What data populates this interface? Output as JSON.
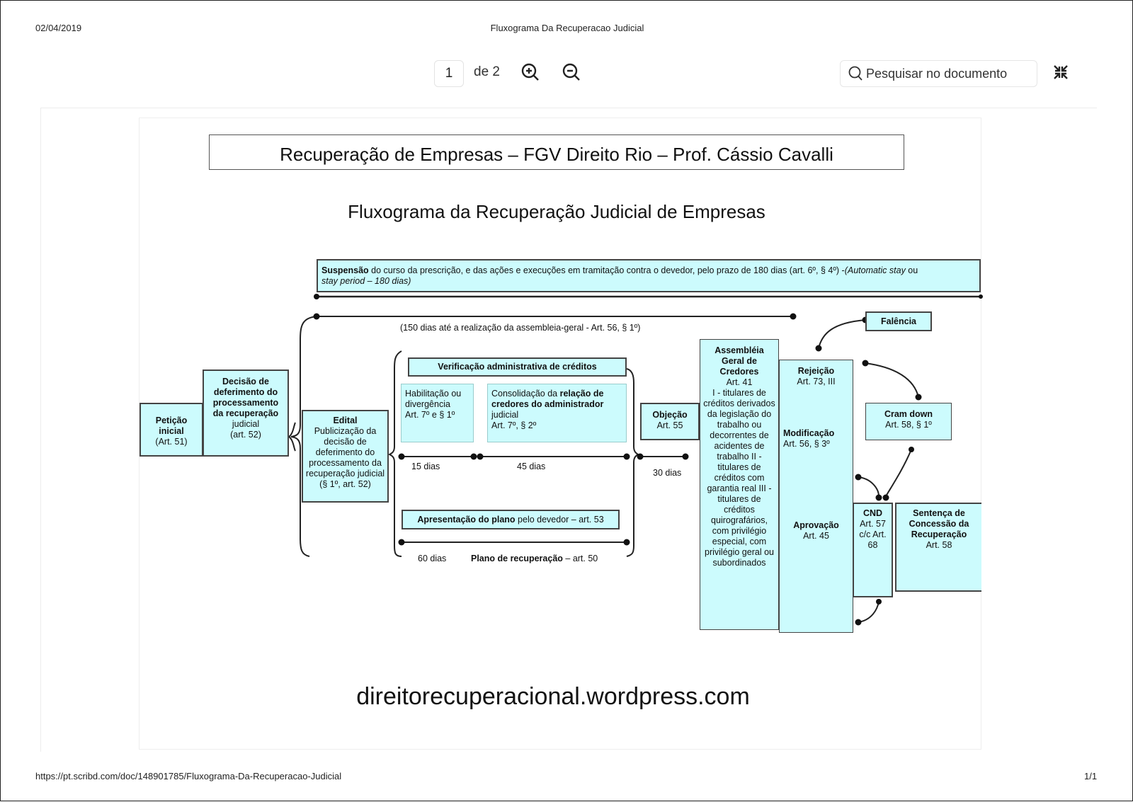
{
  "header": {
    "date": "02/04/2019",
    "title": "Fluxograma Da Recuperacao Judicial"
  },
  "toolbar": {
    "page_current": "1",
    "page_total_label": "de 2",
    "zoom_in": "zoom-in-icon",
    "zoom_out": "zoom-out-icon",
    "search_placeholder": "Pesquisar no documento",
    "collapse": "collapse-icon"
  },
  "doc": {
    "banner": "Recuperação de Empresas – FGV Direito Rio – Prof. Cássio Cavalli",
    "subtitle": "Fluxograma da Recuperação Judicial de Empresas",
    "suspensao": {
      "bold": "Suspensão",
      "text": " do curso da prescrição, e das ações e execuções em tramitação contra o devedor, pelo prazo de  180 dias (art. 6º, § 4º) -",
      "italic1": "(Automatic stay",
      "mid": " ou ",
      "italic2": "stay period – 180 dias)"
    },
    "dias150": "(150 dias até a realização da assembleia-geral - Art. 56, § 1º)",
    "peticao": {
      "title": "Petição inicial",
      "ref": "(Art. 51)"
    },
    "decisao": {
      "title": "Decisão de deferimento do processamento da recuperação",
      "rest": "judicial",
      "ref": "(art. 52)"
    },
    "edital": {
      "title": "Edital",
      "text": "Publicização da decisão de deferimento do processamento da recuperação judicial",
      "ref": "(§ 1º, art. 52)"
    },
    "verificacao": "Verificação administrativa de créditos",
    "habilitacao": {
      "text": "Habilitação ou divergência",
      "ref": "Art. 7º e § 1º"
    },
    "consolidacao": {
      "pre": "Consolidação da ",
      "bold": "relação de credores do administrador",
      "post": " judicial",
      "ref": "Art. 7º, § 2º"
    },
    "dias15": "15 dias",
    "dias45": "45 dias",
    "apresentacao": {
      "bold": "Apresentação do plano",
      "text": " pelo devedor – art. 53"
    },
    "dias60": "60 dias",
    "plano": {
      "bold": "Plano de recuperação",
      "text": " – art. 50"
    },
    "objecao": {
      "title": "Objeção",
      "ref": "Art. 55"
    },
    "dias30": "30 dias",
    "assembleia": {
      "title": "Assembléia Geral de Credores",
      "ref": "Art. 41",
      "text": "I - titulares de créditos derivados da legislação do trabalho ou decorrentes de acidentes de trabalho II - titulares de créditos com garantia real III -titulares de créditos quirografários, com privilégio especial, com privilégio geral ou subordinados"
    },
    "rejeicao": {
      "title": "Rejeição",
      "ref": "Art. 73, III"
    },
    "modificacao": {
      "title": "Modificação",
      "ref": "Art. 56, § 3º"
    },
    "aprovacao": {
      "title": "Aprovação",
      "ref": "Art. 45"
    },
    "falencia": "Falência",
    "cramdown": {
      "title": "Cram down",
      "ref": "Art. 58, § 1º"
    },
    "cnd": {
      "title": "CND",
      "ref": "Art. 57 c/c Art. 68"
    },
    "sentenca": {
      "title": "Sentença de Concessão da Recuperação",
      "ref": "Art. 58"
    },
    "site": "direitorecuperacional.wordpress.com"
  },
  "footer": {
    "url": "https://pt.scribd.com/doc/148901785/Fluxograma-Da-Recuperacao-Judicial",
    "pages": "1/1"
  }
}
